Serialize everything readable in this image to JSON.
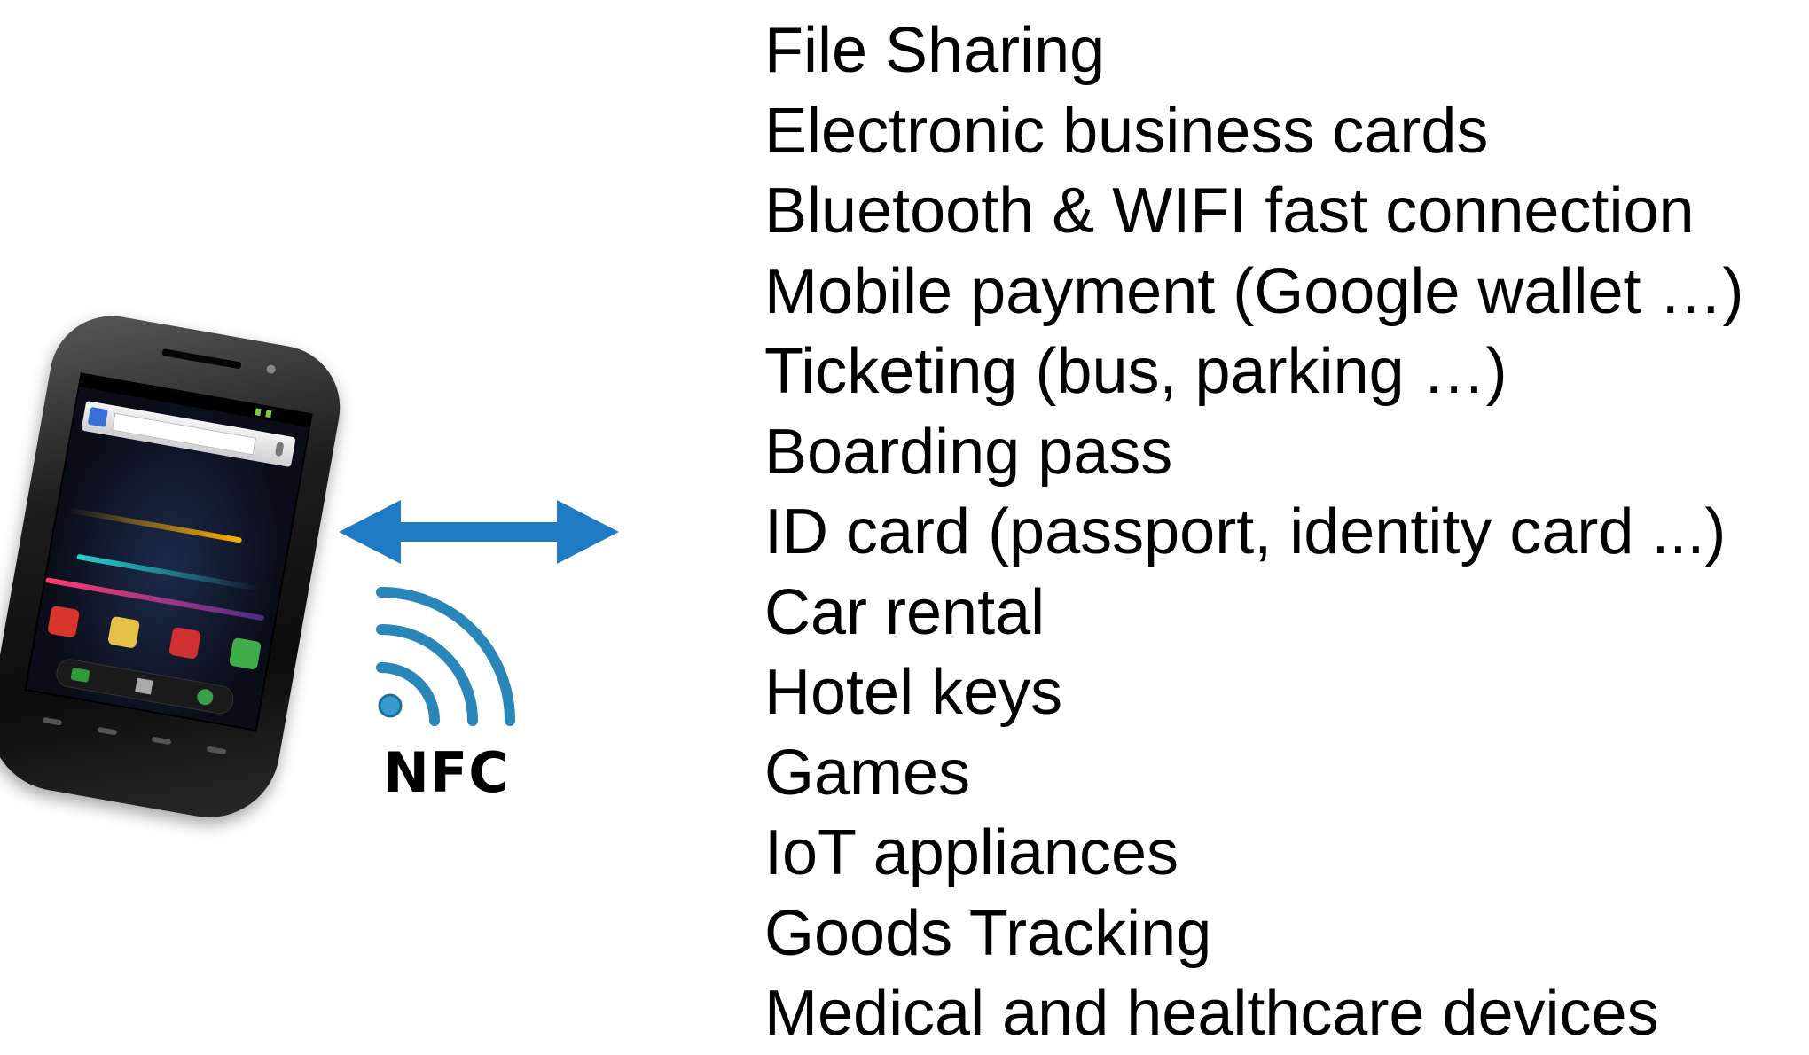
{
  "nfc": {
    "label": "NFC",
    "icon": "nfc-wave-icon",
    "arrow_icon": "double-headed-arrow-icon",
    "arrow_color": "#1f7bc4",
    "wave_color": "#2a86b8"
  },
  "phone": {
    "icon": "smartphone-icon"
  },
  "use_cases": [
    "File Sharing",
    "Electronic business cards",
    "Bluetooth & WIFI fast connection",
    "Mobile payment (Google wallet …)",
    "Ticketing (bus, parking …)",
    "Boarding pass",
    "ID card (passport, identity card ...)",
    "Car rental",
    "Hotel keys",
    "Games",
    "IoT appliances",
    "Goods Tracking",
    "Medical and healthcare devices"
  ]
}
